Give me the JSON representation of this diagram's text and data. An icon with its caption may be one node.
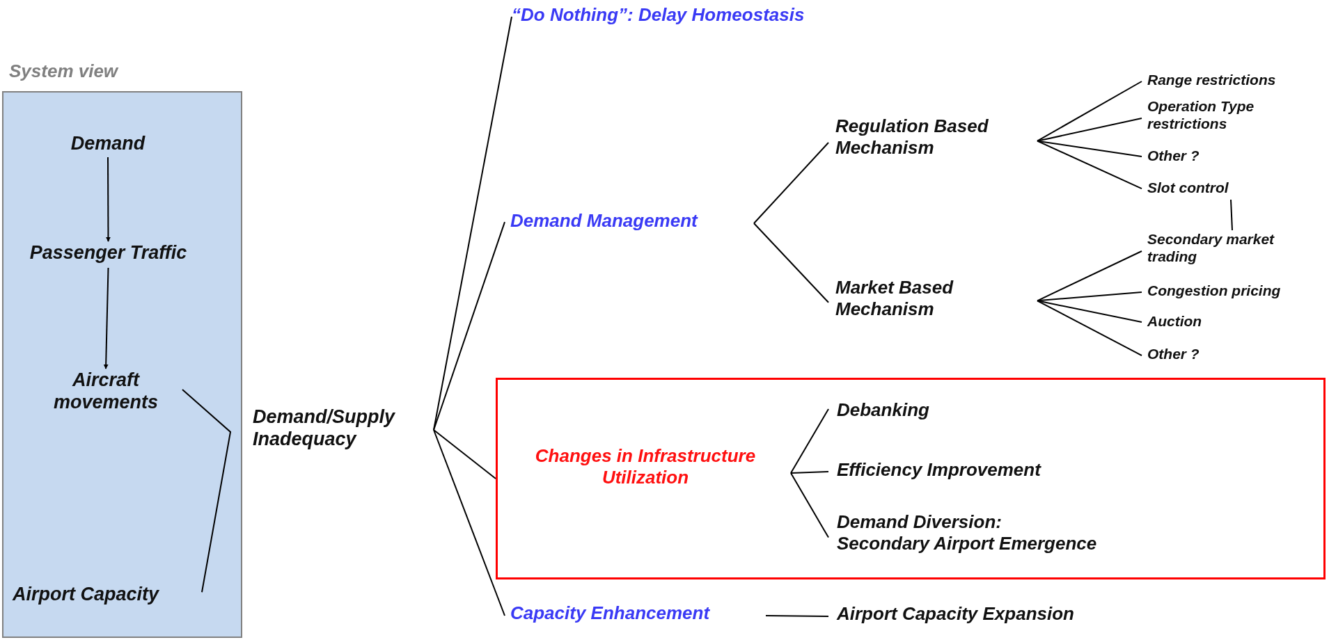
{
  "diagram": {
    "nodes": [
      {
        "text": [
          "System view"
        ]
      },
      {
        "text": [
          "Demand"
        ],
        "in": 0
      },
      {
        "text": [
          "Passenger Traffic"
        ],
        "in": 0
      },
      {
        "text": [
          "Aircraft movements"
        ],
        "in": 0
      },
      {
        "text": [
          "Airport Capacity"
        ],
        "in": 0
      },
      {
        "text": [
          "Demand/Supply Inadequacy"
        ]
      },
      {
        "text": [
          "“Do Nothing”: Delay Homeostasis"
        ]
      },
      {
        "text": [
          "Demand Management"
        ]
      },
      {
        "text": [
          "Regulation Based Mechanism"
        ]
      },
      {
        "text": [
          "Market Based Mechanism"
        ]
      },
      {
        "text": [
          "Range restrictions"
        ]
      },
      {
        "text": [
          "Operation Type restrictions"
        ]
      },
      {
        "text": [
          "Other ?"
        ]
      },
      {
        "text": [
          "Slot control"
        ]
      },
      {
        "text": [
          "Secondary market trading"
        ]
      },
      {
        "text": [
          "Congestion pricing"
        ]
      },
      {
        "text": [
          "Auction"
        ]
      },
      {
        "text": [
          "Other ?"
        ]
      },
      {
        "text": [],
        "shape": "box"
      },
      {
        "text": [
          "Changes in Infrastructure Utilization"
        ],
        "in": 18
      },
      {
        "text": [
          "Debanking"
        ],
        "in": 18
      },
      {
        "text": [
          "Efficiency Improvement"
        ],
        "in": 18
      },
      {
        "text": [
          "Demand Diversion: Secondary Airport Emergence"
        ],
        "in": 18
      },
      {
        "text": [
          "Capacity Enhancement"
        ]
      },
      {
        "text": [
          "Airport Capacity Expansion"
        ]
      }
    ],
    "edges": [
      {
        "from": 1,
        "to": 2,
        "arrow": "to"
      },
      {
        "from": 2,
        "to": 3,
        "arrow": "to"
      },
      {
        "from": 3,
        "to": 4,
        "arrow": "none"
      },
      {
        "from": 5,
        "to": 6,
        "arrow": "none"
      },
      {
        "from": 5,
        "to": 7,
        "arrow": "none"
      },
      {
        "from": 5,
        "to": 18,
        "arrow": "none"
      },
      {
        "from": 5,
        "to": 23,
        "arrow": "none"
      },
      {
        "from": 7,
        "to": 8,
        "arrow": "none"
      },
      {
        "from": 7,
        "to": 9,
        "arrow": "none"
      },
      {
        "from": 8,
        "to": 10,
        "arrow": "none"
      },
      {
        "from": 8,
        "to": 11,
        "arrow": "none"
      },
      {
        "from": 8,
        "to": 12,
        "arrow": "none"
      },
      {
        "from": 8,
        "to": 13,
        "arrow": "none"
      },
      {
        "from": 13,
        "to": 14,
        "arrow": "none"
      },
      {
        "from": 9,
        "to": 14,
        "arrow": "none"
      },
      {
        "from": 9,
        "to": 15,
        "arrow": "none"
      },
      {
        "from": 9,
        "to": 16,
        "arrow": "none"
      },
      {
        "from": 9,
        "to": 17,
        "arrow": "none"
      },
      {
        "from": 19,
        "to": 20,
        "arrow": "none"
      },
      {
        "from": 19,
        "to": 21,
        "arrow": "none"
      },
      {
        "from": 19,
        "to": 22,
        "arrow": "none"
      },
      {
        "from": 23,
        "to": 24,
        "arrow": "none"
      }
    ]
  }
}
